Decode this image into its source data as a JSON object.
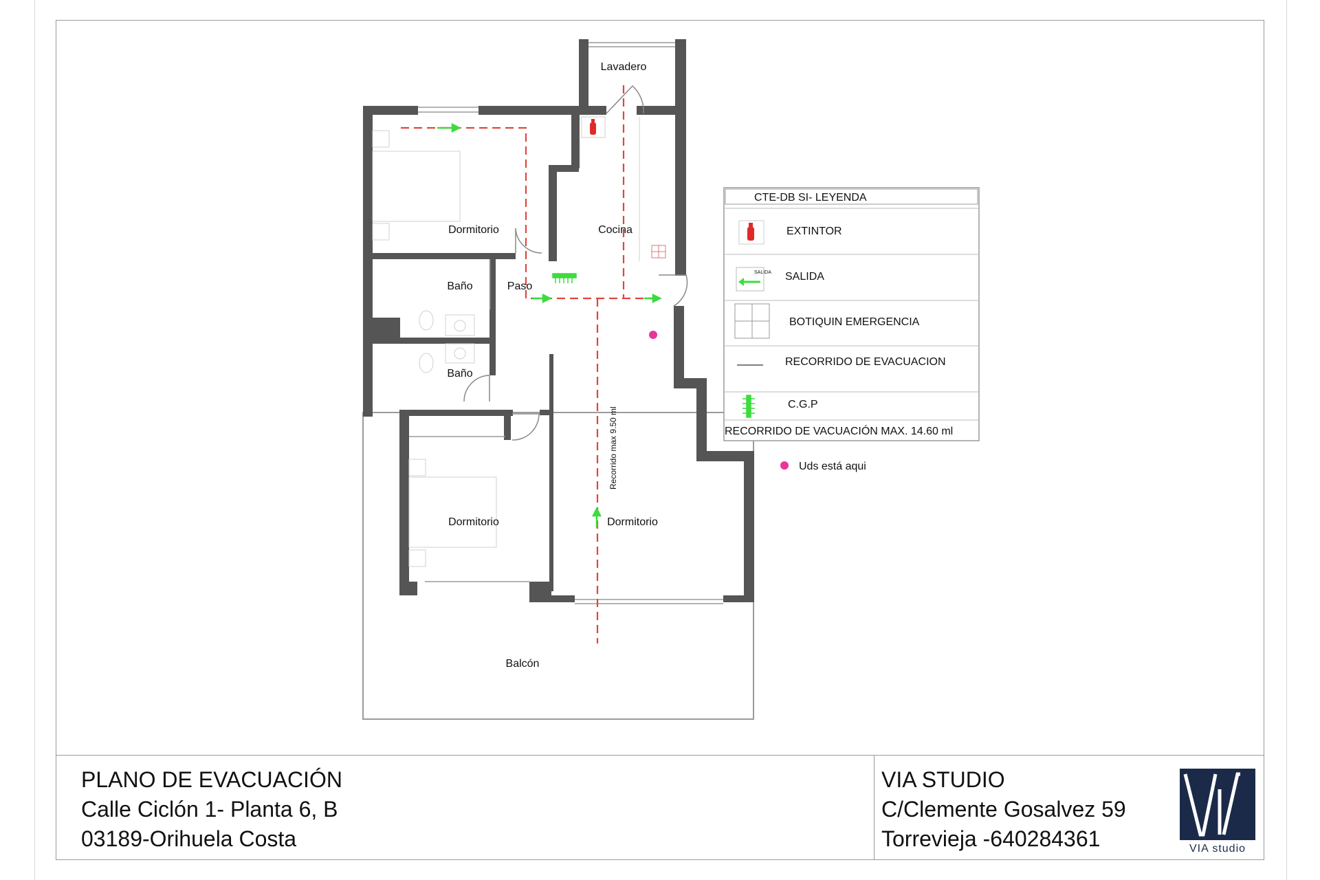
{
  "rooms": {
    "lavadero": "Lavadero",
    "dormitorio_top": "Dormitorio",
    "cocina": "Cocina",
    "bano_1": "Baño",
    "paso": "Paso",
    "bano_2": "Baño",
    "dormitorio_bottom_left": "Dormitorio",
    "dormitorio_main": "Dormitorio",
    "balcon": "Balcón"
  },
  "route_label": "Recorrido max 9.50 ml",
  "legend": {
    "title": "CTE-DB SI- LEYENDA",
    "items": [
      {
        "label": "EXTINTOR",
        "icon": "fire-extinguisher-icon"
      },
      {
        "label": "SALIDA",
        "icon": "exit-arrow-icon",
        "icon_text": "SALIDA"
      },
      {
        "label": "BOTIQUIN EMERGENCIA",
        "icon": "first-aid-kit-icon"
      },
      {
        "label": "RECORRIDO DE EVACUACION",
        "icon": "evacuation-route-line-icon"
      },
      {
        "label": "C.G.P",
        "icon": "cgp-panel-icon"
      }
    ],
    "footer": "RECORRIDO DE VACUACIÓN MAX. 14.60 ml"
  },
  "you_are_here": "Uds está aqui",
  "title_block": {
    "left": [
      "PLANO DE EVACUACIÓN",
      "Calle Ciclón 1- Planta 6, B",
      "03189-Orihuela Costa"
    ],
    "right": [
      "VIA STUDIO",
      "C/Clemente Gosalvez 59",
      "Torrevieja -640284361"
    ],
    "logo_text": "VIA studio"
  },
  "colors": {
    "wall": "#555555",
    "route": "#e0453c",
    "exit_arrow": "#3ddc3d",
    "extinguisher": "#e02a2a",
    "you_are_here": "#e8359a",
    "logo": "#1c2a4a"
  }
}
